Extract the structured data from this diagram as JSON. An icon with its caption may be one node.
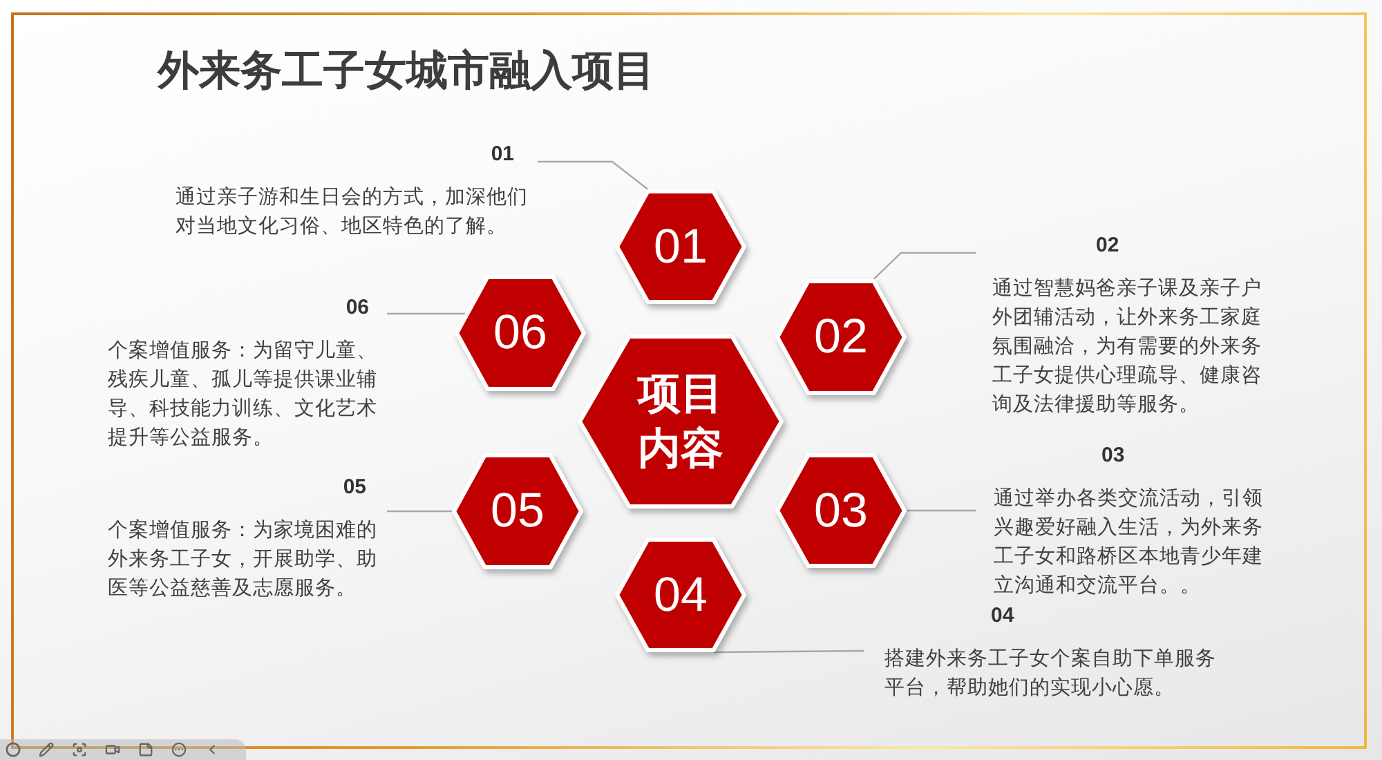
{
  "diagram": {
    "title": "外来务工子女城市融入项目",
    "nodes": [
      {
        "text": [
          "项目内容"
        ]
      },
      {
        "text": [
          "01"
        ]
      },
      {
        "text": [
          "02"
        ]
      },
      {
        "text": [
          "03"
        ]
      },
      {
        "text": [
          "04"
        ]
      },
      {
        "text": [
          "05"
        ]
      },
      {
        "text": [
          "06"
        ]
      },
      {
        "text": [
          "01",
          "通过亲子游和生日会的方式，加深他们对当地文化习俗、地区特色的了解。"
        ]
      },
      {
        "text": [
          "02",
          "通过智慧妈爸亲子课及亲子户外团辅活动，让外来务工家庭氛围融洽，为有需要的外来务工子女提供心理疏导、健康咨询及法律援助等服务。"
        ]
      },
      {
        "text": [
          "03",
          "通过举办各类交流活动，引领兴趣爱好融入生活，为外来务工子女和路桥区本地青少年建立沟通和交流平台。。"
        ]
      },
      {
        "text": [
          "04",
          "搭建外来务工子女个案自助下单服务平台，帮助她们的实现小心愿。"
        ]
      },
      {
        "text": [
          "05",
          "个案增值服务：为家境困难的外来务工子女，开展助学、助医等公益慈善及志愿服务。"
        ]
      },
      {
        "text": [
          "06",
          "个案增值服务：为留守儿童、残疾儿童、孤儿等提供课业辅导、科技能力训练、文化艺术提升等公益服务。"
        ]
      }
    ],
    "edges": [
      {
        "from": 7,
        "to": 1,
        "arrow": "none"
      },
      {
        "from": 8,
        "to": 2,
        "arrow": "none"
      },
      {
        "from": 9,
        "to": 3,
        "arrow": "none"
      },
      {
        "from": 10,
        "to": 4,
        "arrow": "none"
      },
      {
        "from": 11,
        "to": 5,
        "arrow": "none"
      },
      {
        "from": 12,
        "to": 6,
        "arrow": "none"
      }
    ]
  }
}
